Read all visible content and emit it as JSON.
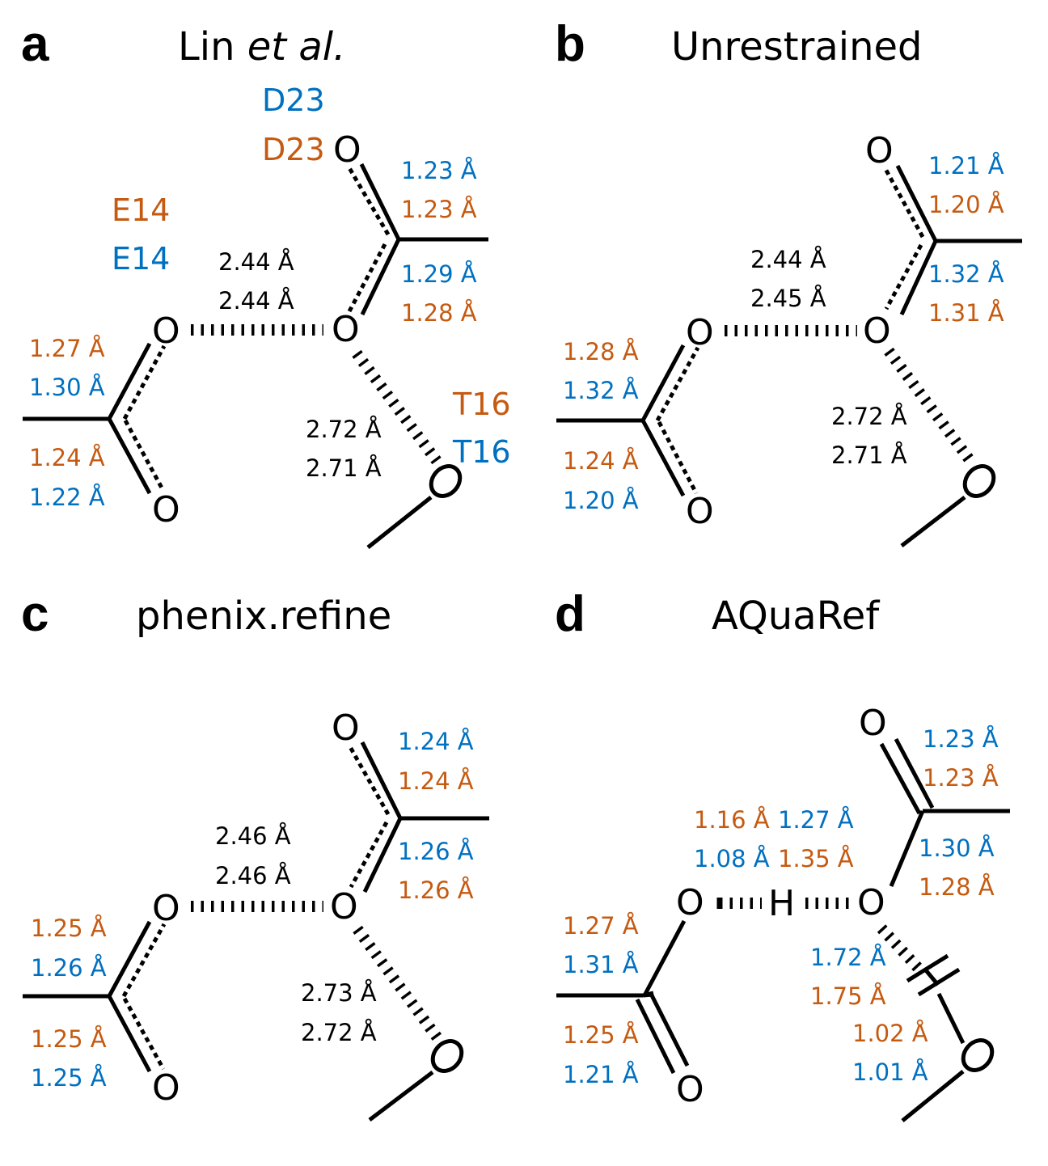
{
  "colors": {
    "orange": "#C55A11",
    "blue": "#0070C0",
    "black": "#000000"
  },
  "panels": [
    {
      "letter": "a",
      "title_main": "Lin ",
      "title_italic": "et al.",
      "residues": {
        "d23_top": {
          "text": "D23",
          "color": "blue"
        },
        "d23_bottom": {
          "text": "D23",
          "color": "orange"
        },
        "e14_top": {
          "text": "E14",
          "color": "orange"
        },
        "e14_bottom": {
          "text": "E14",
          "color": "blue"
        },
        "t16_top": {
          "text": "T16",
          "color": "orange"
        },
        "t16_bottom": {
          "text": "T16",
          "color": "blue"
        }
      },
      "labels": {
        "d23_co_a": {
          "text": "1.23 Å",
          "color": "blue"
        },
        "d23_co_b": {
          "text": "1.23 Å",
          "color": "orange"
        },
        "d23_coh_a": {
          "text": "1.29 Å",
          "color": "blue"
        },
        "d23_coh_b": {
          "text": "1.28 Å",
          "color": "orange"
        },
        "hb_oo_a": {
          "text": "2.44 Å",
          "color": "black"
        },
        "hb_oo_b": {
          "text": "2.44 Å",
          "color": "black"
        },
        "e14_up_a": {
          "text": "1.27 Å",
          "color": "orange"
        },
        "e14_up_b": {
          "text": "1.30 Å",
          "color": "blue"
        },
        "e14_dn_a": {
          "text": "1.24 Å",
          "color": "orange"
        },
        "e14_dn_b": {
          "text": "1.22 Å",
          "color": "blue"
        },
        "hb_ot_a": {
          "text": "2.72 Å",
          "color": "black"
        },
        "hb_ot_b": {
          "text": "2.71 Å",
          "color": "black"
        }
      }
    },
    {
      "letter": "b",
      "title_main": "Unrestrained",
      "labels": {
        "d23_co_a": {
          "text": "1.21 Å",
          "color": "blue"
        },
        "d23_co_b": {
          "text": "1.20 Å",
          "color": "orange"
        },
        "d23_coh_a": {
          "text": "1.32 Å",
          "color": "blue"
        },
        "d23_coh_b": {
          "text": "1.31 Å",
          "color": "orange"
        },
        "hb_oo_a": {
          "text": "2.44 Å",
          "color": "black"
        },
        "hb_oo_b": {
          "text": "2.45 Å",
          "color": "black"
        },
        "e14_up_a": {
          "text": "1.28 Å",
          "color": "orange"
        },
        "e14_up_b": {
          "text": "1.32 Å",
          "color": "blue"
        },
        "e14_dn_a": {
          "text": "1.24 Å",
          "color": "orange"
        },
        "e14_dn_b": {
          "text": "1.20 Å",
          "color": "blue"
        },
        "hb_ot_a": {
          "text": "2.72 Å",
          "color": "black"
        },
        "hb_ot_b": {
          "text": "2.71 Å",
          "color": "black"
        }
      }
    },
    {
      "letter": "c",
      "title_main": "phenix.refine",
      "labels": {
        "d23_co_a": {
          "text": "1.24 Å",
          "color": "blue"
        },
        "d23_co_b": {
          "text": "1.24 Å",
          "color": "orange"
        },
        "d23_coh_a": {
          "text": "1.26 Å",
          "color": "blue"
        },
        "d23_coh_b": {
          "text": "1.26 Å",
          "color": "orange"
        },
        "hb_oo_a": {
          "text": "2.46 Å",
          "color": "black"
        },
        "hb_oo_b": {
          "text": "2.46 Å",
          "color": "black"
        },
        "e14_up_a": {
          "text": "1.25 Å",
          "color": "orange"
        },
        "e14_up_b": {
          "text": "1.26 Å",
          "color": "blue"
        },
        "e14_dn_a": {
          "text": "1.25 Å",
          "color": "orange"
        },
        "e14_dn_b": {
          "text": "1.25 Å",
          "color": "blue"
        },
        "hb_ot_a": {
          "text": "2.73 Å",
          "color": "black"
        },
        "hb_ot_b": {
          "text": "2.72 Å",
          "color": "black"
        }
      }
    },
    {
      "letter": "d",
      "title_main": "AQuaRef",
      "atoms": {
        "oxygen": "O",
        "hydrogen": "H"
      },
      "labels": {
        "d23_co_a": {
          "text": "1.23 Å",
          "color": "blue"
        },
        "d23_co_b": {
          "text": "1.23 Å",
          "color": "orange"
        },
        "d23_coh_a": {
          "text": "1.30 Å",
          "color": "blue"
        },
        "d23_coh_b": {
          "text": "1.28 Å",
          "color": "orange"
        },
        "oh_left_a": {
          "text": "1.16 Å",
          "color": "orange"
        },
        "oh_left_b": {
          "text": "1.08 Å",
          "color": "blue"
        },
        "oh_right_a": {
          "text": "1.27 Å",
          "color": "blue"
        },
        "oh_right_b": {
          "text": "1.35 Å",
          "color": "orange"
        },
        "e14_up_a": {
          "text": "1.27 Å",
          "color": "orange"
        },
        "e14_up_b": {
          "text": "1.31 Å",
          "color": "blue"
        },
        "e14_dn_a": {
          "text": "1.25 Å",
          "color": "orange"
        },
        "e14_dn_b": {
          "text": "1.21 Å",
          "color": "blue"
        },
        "hb_oh_a": {
          "text": "1.72 Å",
          "color": "blue"
        },
        "hb_oh_b": {
          "text": "1.75 Å",
          "color": "orange"
        },
        "t16_oh_a": {
          "text": "1.02 Å",
          "color": "orange"
        },
        "t16_oh_b": {
          "text": "1.01 Å",
          "color": "blue"
        }
      }
    }
  ],
  "atom_symbol": "O"
}
